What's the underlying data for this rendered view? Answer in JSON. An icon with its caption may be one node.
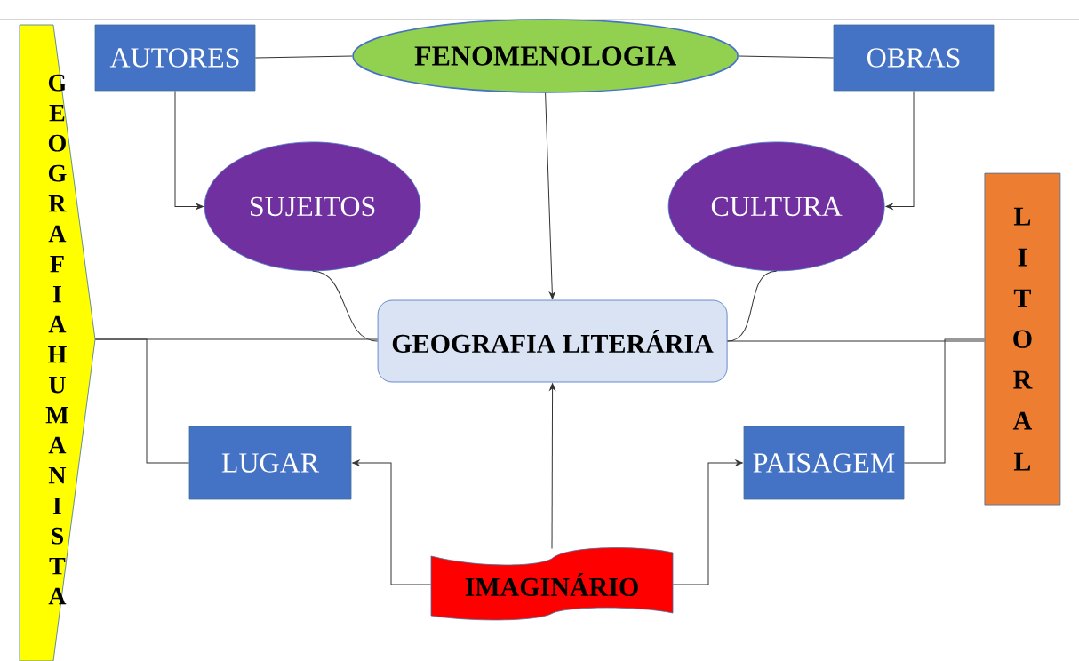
{
  "diagram": {
    "nodes": [
      {
        "text": [
          "GEOGRAFIA HUMANISTA"
        ]
      },
      {
        "text": [
          "AUTORES"
        ]
      },
      {
        "text": [
          "FENOMENOLOGIA"
        ]
      },
      {
        "text": [
          "OBRAS"
        ]
      },
      {
        "text": [
          "SUJEITOS"
        ]
      },
      {
        "text": [
          "CULTURA"
        ]
      },
      {
        "text": [
          "GEOGRAFIA LITERÁRIA"
        ]
      },
      {
        "text": [
          "LITORAL"
        ]
      },
      {
        "text": [
          "LUGAR"
        ]
      },
      {
        "text": [
          "PAISAGEM"
        ]
      },
      {
        "text": [
          "IMAGINÁRIO"
        ]
      }
    ],
    "edges": [
      {
        "from": 1,
        "to": 2,
        "arrow": "none"
      },
      {
        "from": 2,
        "to": 3,
        "arrow": "none"
      },
      {
        "from": 1,
        "to": 4,
        "arrow": "to"
      },
      {
        "from": 3,
        "to": 5,
        "arrow": "to"
      },
      {
        "from": 2,
        "to": 6,
        "arrow": "to"
      },
      {
        "from": 4,
        "to": 6,
        "arrow": "none"
      },
      {
        "from": 5,
        "to": 6,
        "arrow": "none"
      },
      {
        "from": 0,
        "to": 6,
        "arrow": "none"
      },
      {
        "from": 6,
        "to": 7,
        "arrow": "none"
      },
      {
        "from": 0,
        "to": 8,
        "arrow": "none"
      },
      {
        "from": 9,
        "to": 7,
        "arrow": "none"
      },
      {
        "from": 10,
        "to": 8,
        "arrow": "to"
      },
      {
        "from": 10,
        "to": 6,
        "arrow": "to"
      },
      {
        "from": 10,
        "to": 9,
        "arrow": "to"
      }
    ]
  }
}
